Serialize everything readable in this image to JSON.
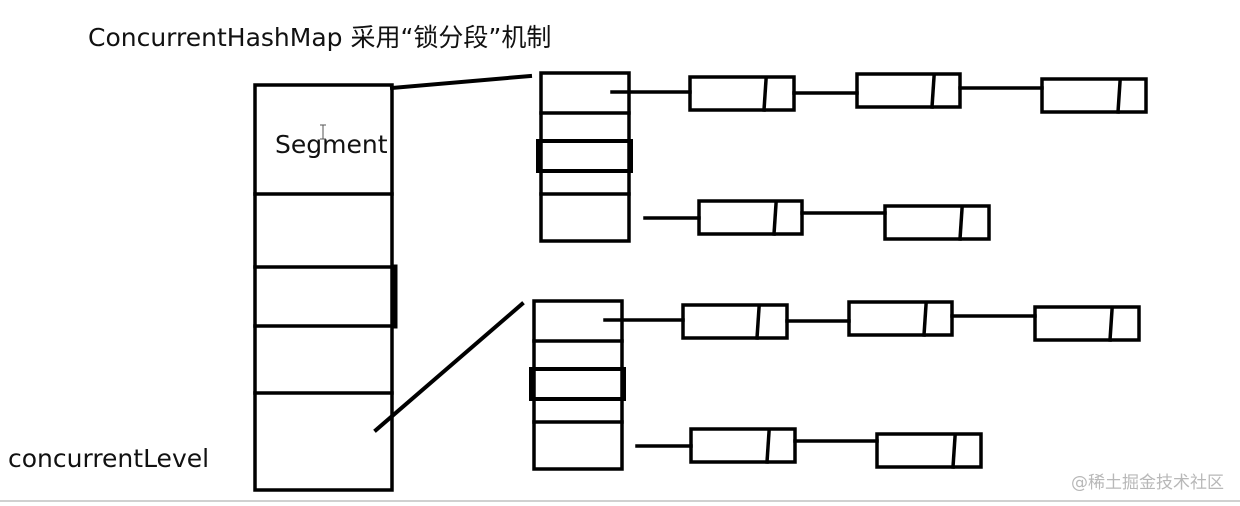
{
  "title": "ConcurrentHashMap  采用“锁分段”机制",
  "segment_label": "Segment",
  "level_label": "concurrentLevel",
  "watermark": "@稀土掘金技术社区"
}
